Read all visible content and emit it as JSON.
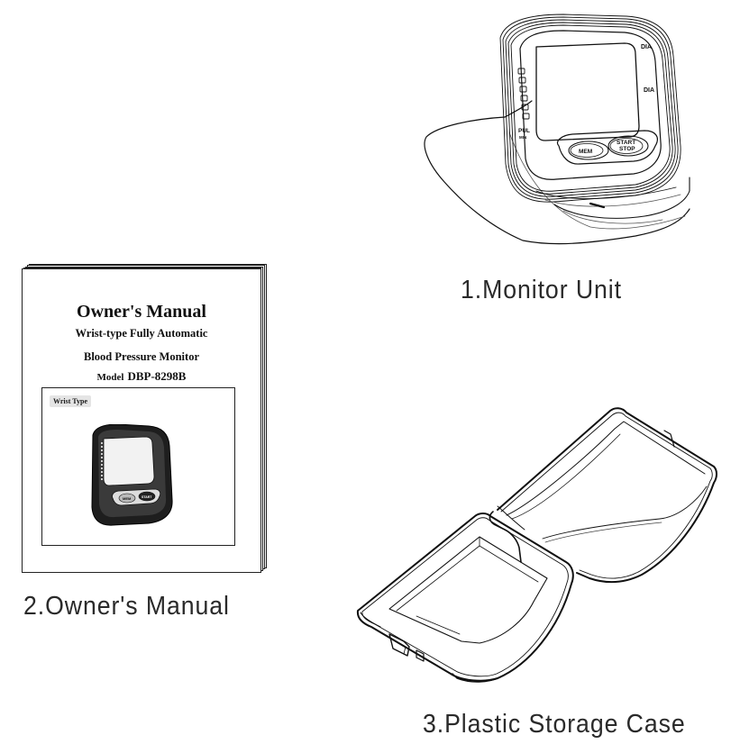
{
  "items": [
    {
      "caption": "1.Monitor Unit"
    },
    {
      "caption": "2.Owner's Manual"
    },
    {
      "caption": "3.Plastic Storage Case"
    }
  ],
  "manual": {
    "title": "Owner's Manual",
    "subtitle_line1": "Wrist-type Fully Automatic",
    "subtitle_line2": "Blood Pressure Monitor",
    "model_label": "Model",
    "model_value": "DBP-8298B",
    "box_tag": "Wrist Type"
  },
  "monitor_labels": {
    "dia_top": "DIA",
    "dia_mid": "DIA",
    "pul": "PUL",
    "pul_sub": "MIN",
    "mem_button": "MEM",
    "start_button_line1": "START",
    "start_button_line2": "STOP"
  },
  "thumb_labels": {
    "mem": "MEM",
    "start": "START"
  }
}
